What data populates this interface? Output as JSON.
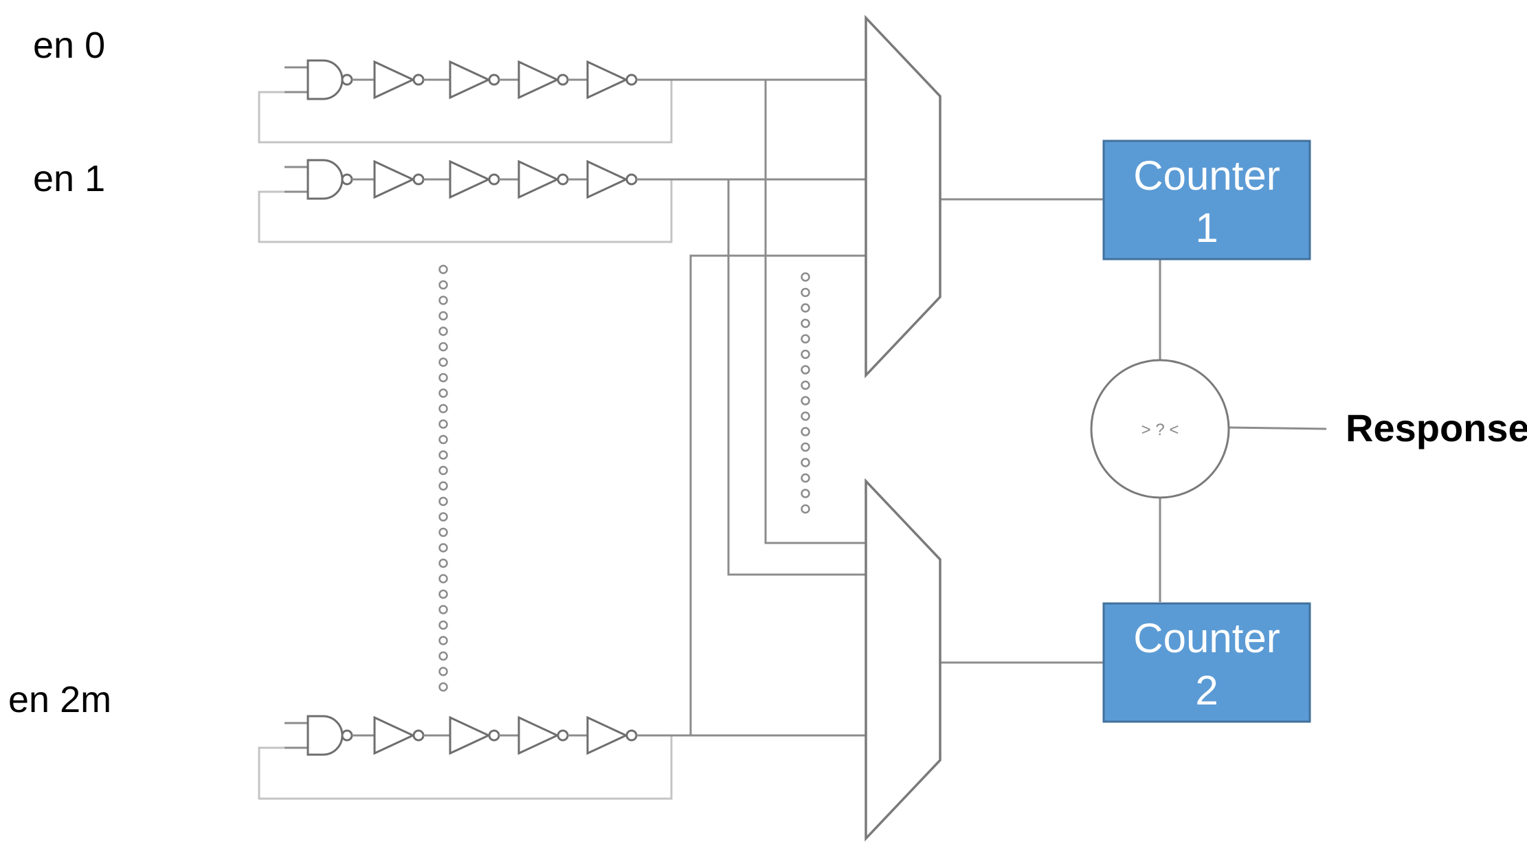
{
  "labels": {
    "en0": "en 0",
    "en1": "en 1",
    "en2m": "en 2m",
    "response": "Response"
  },
  "counters": [
    {
      "line1": "Counter",
      "line2": "1"
    },
    {
      "line1": "Counter",
      "line2": "2"
    }
  ],
  "comparator": {
    "symbol": "> ? <"
  },
  "colors": {
    "counter_fill": "#5b9bd5",
    "wire": "#8c8c8c"
  },
  "icons": [
    "nand-gate-icon",
    "inverter-icon",
    "multiplexer-icon",
    "comparator-icon"
  ]
}
